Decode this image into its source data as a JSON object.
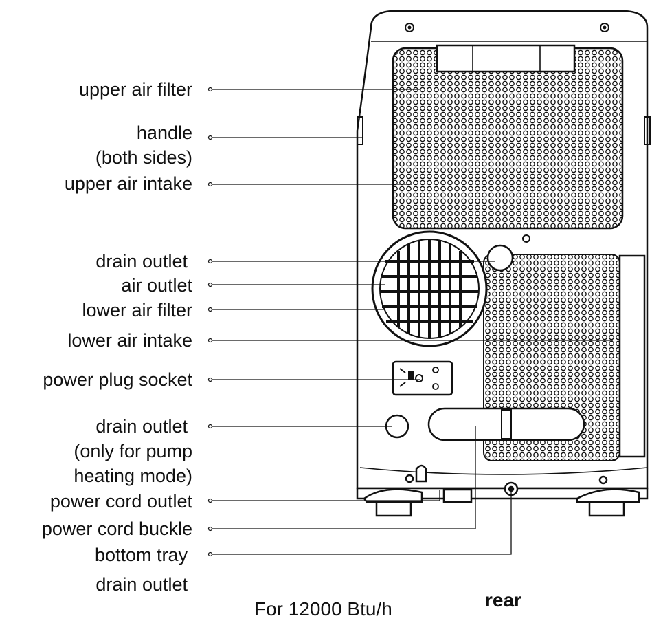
{
  "labels": {
    "upper_air_filter": "upper air filter",
    "handle_line1": "handle",
    "handle_line2": "(both sides)",
    "upper_air_intake": "upper air intake",
    "drain_outlet_top": "drain outlet",
    "air_outlet": "air outlet",
    "lower_air_filter": "lower air filter",
    "lower_air_intake": "lower air intake",
    "power_plug_socket": "power plug socket",
    "drain_outlet_pump_line1": "drain outlet",
    "drain_outlet_pump_line2": "(only for pump",
    "drain_outlet_pump_line3": "heating mode)",
    "power_cord_outlet": "power cord outlet",
    "power_cord_buckle": "power cord buckle",
    "bottom_tray_line1": "bottom tray",
    "bottom_tray_line2": "drain outlet"
  },
  "captions": {
    "model": "For 12000 Btu/h",
    "view": "rear"
  },
  "colors": {
    "ink": "#111111",
    "background": "#ffffff"
  }
}
